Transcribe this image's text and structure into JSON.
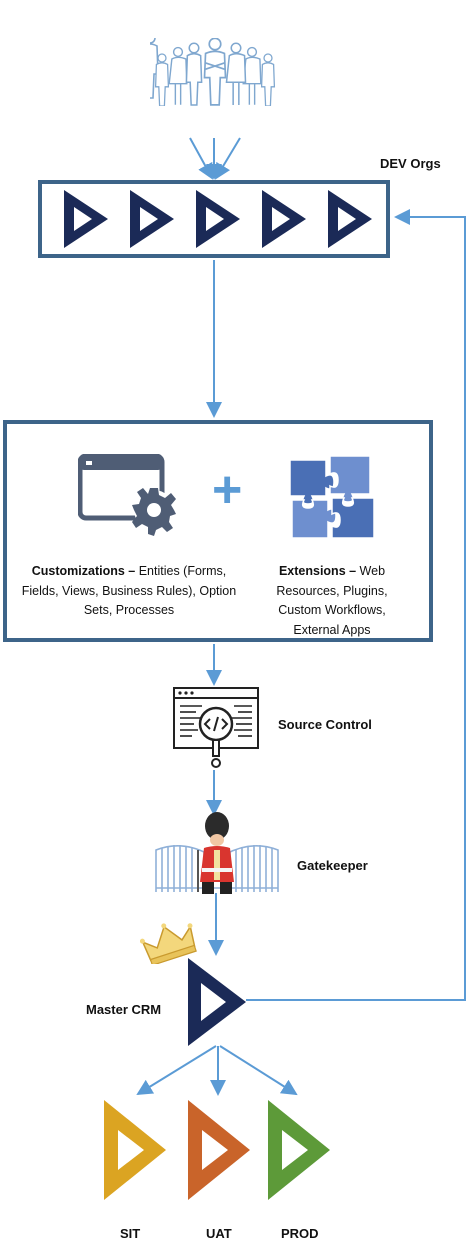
{
  "diagram": {
    "dev_orgs_label": "DEV Orgs",
    "customizations_title": "Customizations –",
    "customizations_rest": " Entities (Forms, Fields, Views, Business Rules), Option Sets, Processes",
    "extensions_title": "Extensions –",
    "extensions_rest": " Web Resources, Plugins, Custom Workflows, External Apps",
    "plus_sign": "+",
    "source_control_label": "Source Control",
    "gatekeeper_label": "Gatekeeper",
    "master_crm_label": "Master CRM",
    "environments": [
      "SIT",
      "UAT",
      "PROD"
    ]
  },
  "colors": {
    "arrow": "#5b9bd5",
    "box_border": "#3d6489",
    "dynamics_navy": "#1b2a57",
    "people": "#7fa7cf",
    "sit": "#dba422",
    "uat": "#c9642a",
    "prod": "#5d9a39",
    "plus": "#5b9bd5",
    "gear_window": "#4f5d75",
    "crown": "#e8c35a"
  },
  "icons": [
    "team-icon",
    "dynamics-logo-icon",
    "window-gear-icon",
    "puzzle-icon",
    "code-document-icon",
    "guard-gate-icon",
    "crown-icon"
  ]
}
